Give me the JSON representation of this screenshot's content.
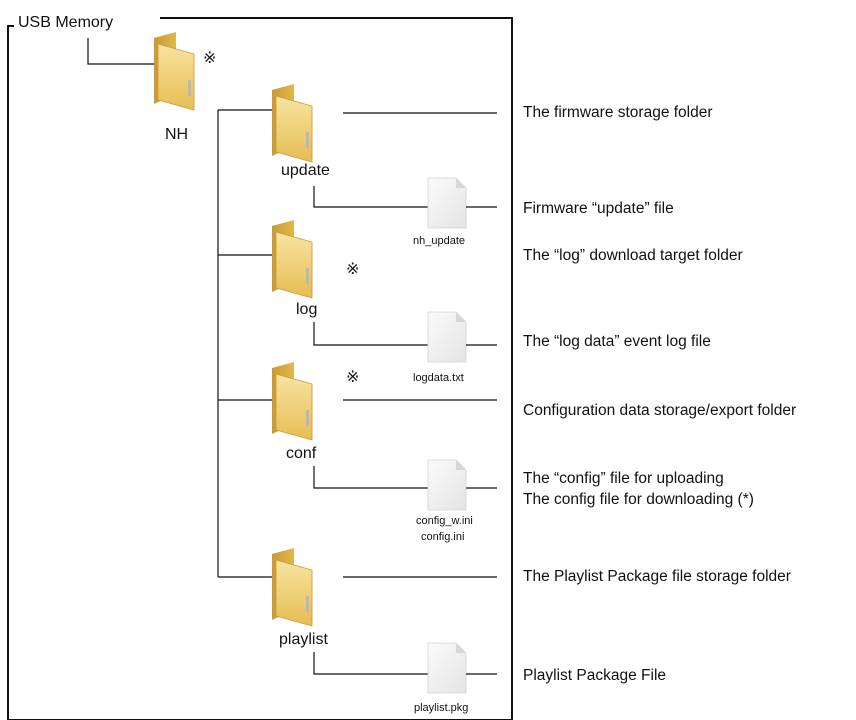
{
  "title": "USB Memory",
  "mark": "※",
  "root_folder": {
    "name": "NH",
    "marked": true
  },
  "folders": [
    {
      "name": "update",
      "description": "The firmware storage folder",
      "marked": false
    },
    {
      "name": "log",
      "description": "The “log” download target folder",
      "marked": true
    },
    {
      "name": "conf",
      "description": "Configuration data storage/export folder",
      "marked": true
    },
    {
      "name": "playlist",
      "description": "The Playlist Package file storage folder",
      "marked": false
    }
  ],
  "files": [
    {
      "names": [
        "nh_update"
      ],
      "description": [
        "Firmware “update” file"
      ]
    },
    {
      "names": [
        "logdata.txt"
      ],
      "description": [
        "The “log data” event log file"
      ]
    },
    {
      "names": [
        "config_w.ini",
        "config.ini"
      ],
      "description": [
        "The “config” file for uploading",
        "The config file for downloading (*)"
      ]
    },
    {
      "names": [
        "playlist.pkg"
      ],
      "description": [
        "Playlist Package File"
      ]
    }
  ],
  "colors": {
    "folder_front": "#f3d57c",
    "folder_back": "#dcae45",
    "file_body": "#f1f1f1",
    "line": "#111111"
  }
}
